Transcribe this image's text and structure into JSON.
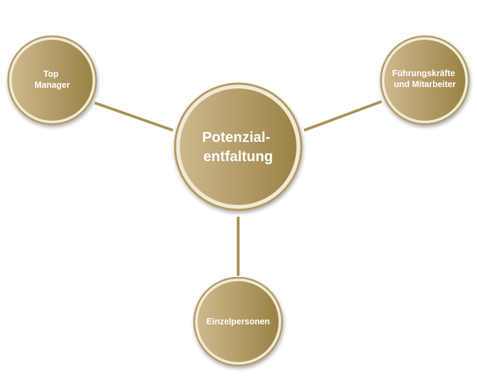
{
  "diagram": {
    "center": {
      "lines": [
        "Potenzial-",
        "entfaltung"
      ]
    },
    "nodes": [
      {
        "id": "top-manager",
        "lines": [
          "Top",
          "Manager"
        ]
      },
      {
        "id": "fuehrungskraefte",
        "lines": [
          "Führungskräfte",
          "und Mitarbeiter"
        ]
      },
      {
        "id": "einzelpersonen",
        "lines": [
          "Einzelpersonen"
        ]
      }
    ],
    "colors": {
      "connector": "#a99156",
      "ring": "#b39b5f",
      "fill_light": "#cdb98d",
      "fill_dark": "#9a8245",
      "text": "#ffffff"
    }
  }
}
